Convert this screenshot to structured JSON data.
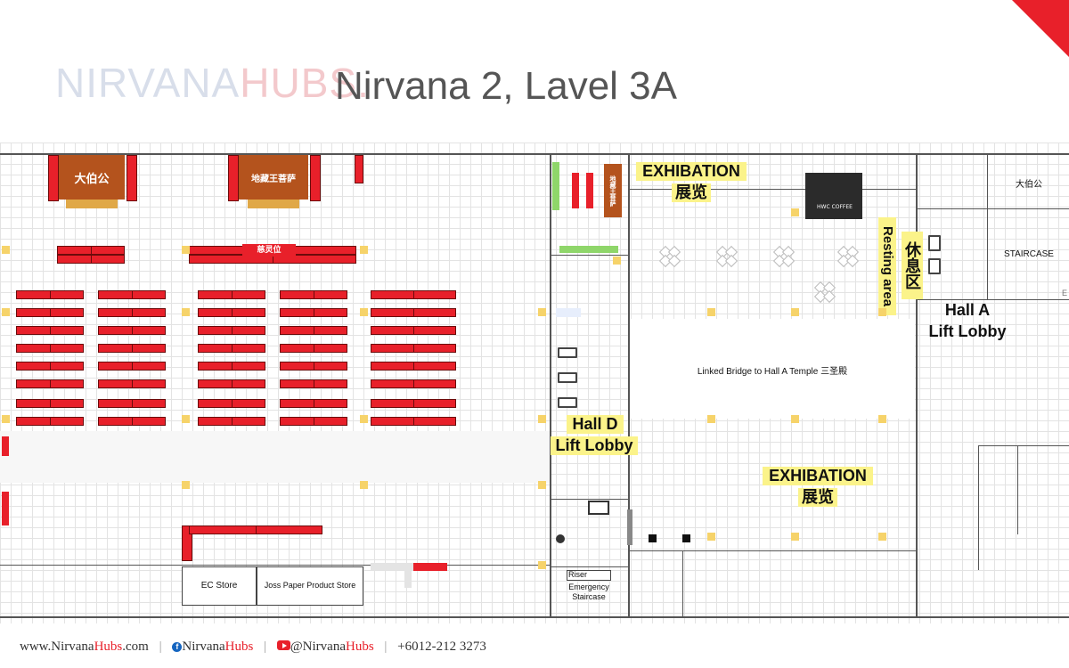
{
  "header": {
    "brand_part1": "NIRVANA",
    "brand_part2": "HUBS",
    "brand_dot": ".",
    "title": "Nirvana 2, Lavel 3A"
  },
  "map": {
    "shrines": {
      "left": "大伯公",
      "middle": "地藏王菩萨",
      "small": "地藏王菩萨",
      "right_room": "大伯公",
      "row_sign": "慈灵位"
    },
    "labels": {
      "exhibition_top_en": "EXHIBATION",
      "exhibition_top_cn": "展览",
      "coffee": "HWC COFFEE",
      "resting_en": "Resting area",
      "resting_cn": "休息区",
      "staircase": "STAIRCASE",
      "hall_a_line1": "Hall A",
      "hall_a_line2": "Lift Lobby",
      "bridge": "Linked Bridge to Hall A Temple 三圣殿",
      "hall_d_line1": "Hall D",
      "hall_d_line2": "Lift Lobby",
      "exhibition_bottom_en": "EXHIBATION",
      "exhibition_bottom_cn": "展览",
      "ec_store": "EC Store",
      "joss_store": "Joss Paper Product Store",
      "riser": "Riser",
      "emergency_line1": "Emergency",
      "emergency_line2": "Staircase",
      "edge_letter": "E"
    },
    "colors": {
      "seat_red": "#e8202a",
      "shrine_brown": "#b4531d",
      "marker_yellow": "#f6d36a",
      "label_highlight": "#fbf38a",
      "green_bar": "#8fd66a"
    }
  },
  "footer": {
    "website_prefix": "www.Nirvana",
    "website_hubs": "Hubs",
    "website_suffix": ".com",
    "facebook_prefix": "Nirvana",
    "facebook_hubs": "Hubs",
    "youtube_prefix": "@Nirvana",
    "youtube_hubs": "Hubs",
    "phone": "+6012-212 3273"
  }
}
